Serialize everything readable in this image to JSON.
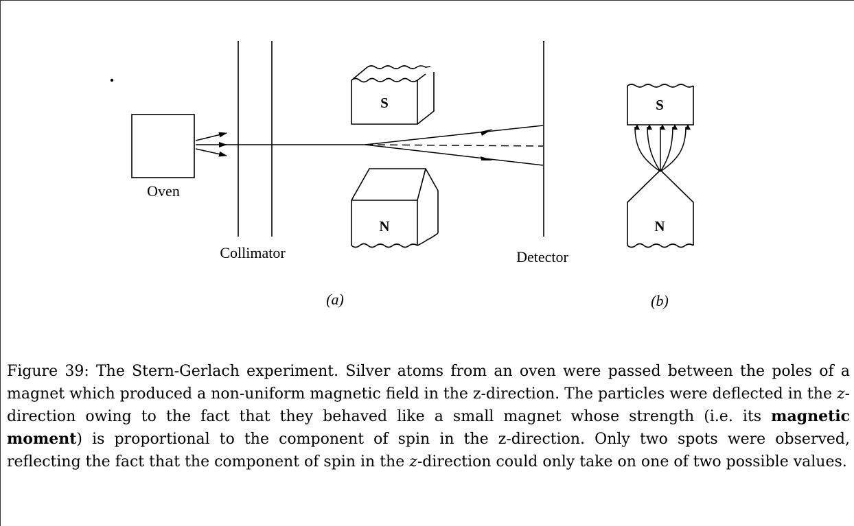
{
  "figure": {
    "labels": {
      "oven": "Oven",
      "collimator": "Collimator",
      "detector": "Detector",
      "magnet_a_south": "S",
      "magnet_a_north": "N",
      "magnet_b_south": "S",
      "magnet_b_north": "N",
      "panel_a": "(a)",
      "panel_b": "(b)"
    }
  },
  "caption": {
    "label": "Figure 39:",
    "text_1": " The Stern-Gerlach experiment. Silver atoms from an oven were passed between the poles of a magnet which produced a non-uniform magnetic field in the z-direction. The particles were deflected in the ",
    "z_1": "z",
    "text_2": "-direction owing to the fact that they behaved like a small magnet whose strength (i.e. its ",
    "bold_term": "magnetic moment",
    "text_3": ") is proportional to the component of spin in the z-direction. Only two spots were observed, reflecting the fact that the component of spin in the ",
    "z_2": "z",
    "text_4": "-direction could only take on one of two possible values."
  }
}
